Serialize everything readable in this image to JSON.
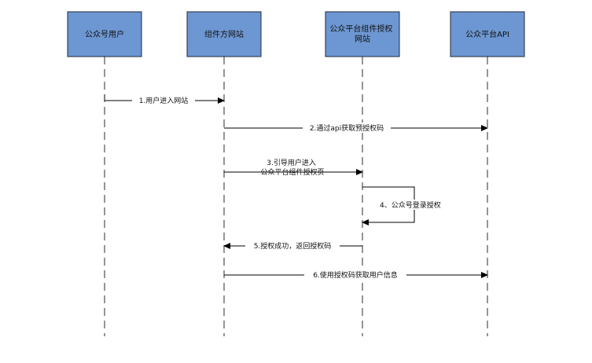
{
  "actors": [
    {
      "id": "user",
      "label": "公众号用户"
    },
    {
      "id": "site",
      "label": "组件方网站"
    },
    {
      "id": "auth",
      "label": "公众平台组件授权网站"
    },
    {
      "id": "api",
      "label": "公众平台API"
    }
  ],
  "messages": [
    {
      "from": "user",
      "to": "site",
      "label": "1.用户进入网站"
    },
    {
      "from": "site",
      "to": "api",
      "label": "2.通过api获取预授权码"
    },
    {
      "from": "site",
      "to": "auth",
      "label": "3.引导用户进入公众平台组件授权页"
    },
    {
      "from": "auth",
      "to": "auth",
      "label": "4、公众号登录授权"
    },
    {
      "from": "auth",
      "to": "site",
      "label": "5.授权成功，返回授权码"
    },
    {
      "from": "site",
      "to": "api",
      "label": "6.使用授权码获取用户信息"
    }
  ]
}
